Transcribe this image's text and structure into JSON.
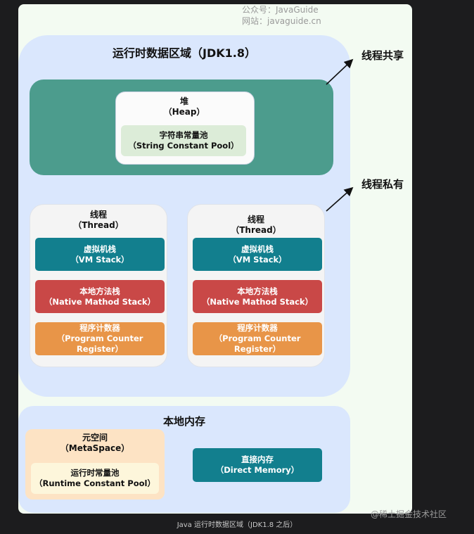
{
  "watermark": {
    "line1": "公众号：JavaGuide",
    "line2": "网站：javaguide.cn"
  },
  "runtime_area": {
    "title": "运行时数据区域（JDK1.8）"
  },
  "heap": {
    "name": "堆",
    "name_en": "（Heap）",
    "string_pool_name": "字符串常量池",
    "string_pool_en": "（String Constant Pool）"
  },
  "threads": [
    {
      "name": "线程",
      "name_en": "（Thread）",
      "vm_stack": "虚拟机栈",
      "vm_stack_en": "（VM Stack）",
      "native_stack": "本地方法栈",
      "native_stack_en": "（Native Mathod Stack）",
      "pc": "程序计数器",
      "pc_en": "（Program Counter Register）"
    },
    {
      "name": "线程",
      "name_en": "（Thread）",
      "vm_stack": "虚拟机栈",
      "vm_stack_en": "（VM Stack）",
      "native_stack": "本地方法栈",
      "native_stack_en": "（Native Mathod Stack）",
      "pc": "程序计数器",
      "pc_en": "（Program Counter Register）"
    }
  ],
  "labels": {
    "shared": "线程共享",
    "private": "线程私有"
  },
  "native_memory": {
    "title": "本地内存",
    "metaspace": "元空间",
    "metaspace_en": "（MetaSpace）",
    "runtime_pool": "运行时常量池",
    "runtime_pool_en": "（Runtime Constant Pool）",
    "direct_memory": "直接内存",
    "direct_memory_en": "（Direct Memory）"
  },
  "caption": "Java 运行时数据区域（JDK1.8 之后）",
  "juejin_watermark": "@稀土掘金技术社区",
  "colors": {
    "heap_zone": "#4c9c8d",
    "vm_stack": "#127f8e",
    "native_stack": "#c94847",
    "pc_register": "#e89548",
    "metaspace": "#fde3c4",
    "area_bg": "#dae7fd"
  }
}
